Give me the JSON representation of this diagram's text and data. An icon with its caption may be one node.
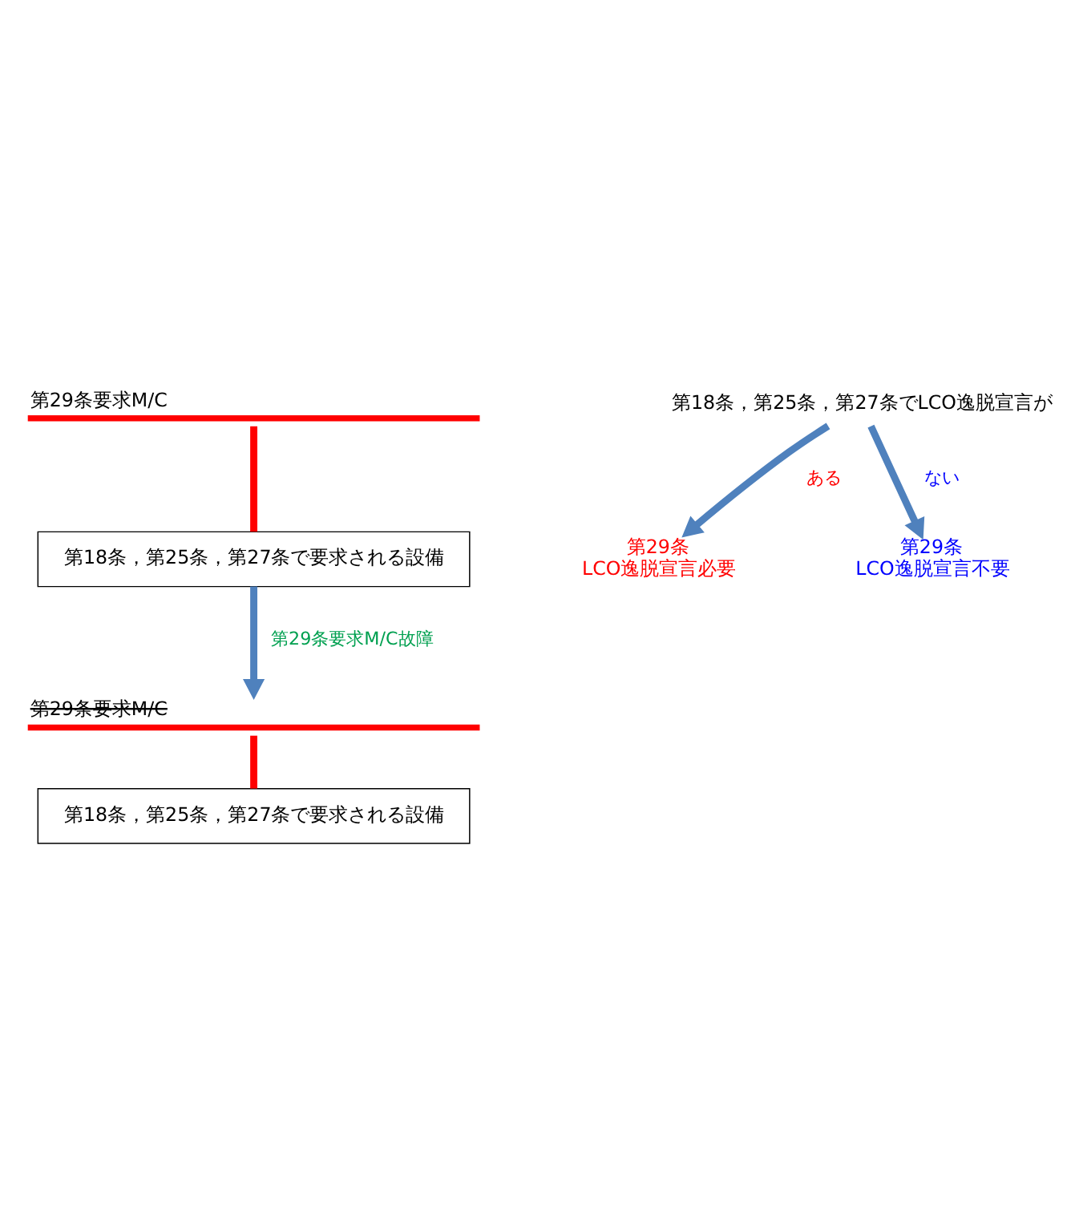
{
  "diagram": {
    "nodes": [
      {
        "text": [
          "第29条要求M/C"
        ]
      },
      {
        "text": [
          "第18条，第25条，第27条で要求される設備"
        ]
      },
      {
        "text": [
          "第29条要求M/C"
        ]
      },
      {
        "text": [
          "第18条，第25条，第27条で要求される設備"
        ]
      },
      {
        "text": [
          "第18条，第25条，第27条でLCO逸脱宣言が"
        ]
      },
      {
        "text": [
          "第29条",
          "LCO逸脱宣言必要"
        ]
      },
      {
        "text": [
          "第29条",
          "LCO逸脱宣言不要"
        ]
      }
    ],
    "edges": [
      {
        "from": 0,
        "to": 1,
        "arrow": "none",
        "color": "#ff0000"
      },
      {
        "from": 1,
        "to": 2,
        "arrow": "to",
        "label": "第29条要求M/C故障",
        "color": "#4f81bd"
      },
      {
        "from": 2,
        "to": 3,
        "arrow": "none",
        "color": "#ff0000"
      },
      {
        "from": 4,
        "to": 5,
        "arrow": "to",
        "label": "ある",
        "color": "#4f81bd"
      },
      {
        "from": 4,
        "to": 6,
        "arrow": "to",
        "label": "ない",
        "color": "#4f81bd"
      }
    ]
  }
}
